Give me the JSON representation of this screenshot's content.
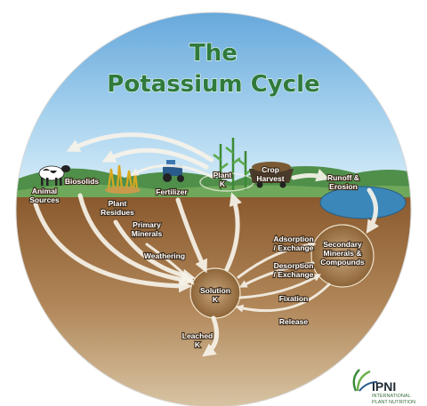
{
  "title": {
    "line1": "The",
    "line2": "Potassium Cycle"
  },
  "labels": {
    "animal_sources_1": "Animal",
    "animal_sources_2": "Sources",
    "biosolids": "Biosolids",
    "plant_residues_1": "Plant",
    "plant_residues_2": "Residues",
    "fertilizer": "Fertilizer",
    "plant_k_1": "Plant",
    "plant_k_2": "K",
    "crop_harvest_1": "Crop",
    "crop_harvest_2": "Harvest",
    "runoff_1": "Runoff &",
    "runoff_2": "Erosion",
    "primary_minerals_1": "Primary",
    "primary_minerals_2": "Minerals",
    "weathering": "Weathering",
    "adsorption_1": "Adsorption",
    "adsorption_2": "/ Exchange",
    "desorption_1": "Desorption",
    "desorption_2": "/ Exchange",
    "secondary_1": "Secondary",
    "secondary_2": "Minerals &",
    "secondary_3": "Compounds",
    "solution_1": "Solution",
    "solution_2": "K",
    "fixation": "Fixation",
    "release": "Release",
    "leached_1": "Leached",
    "leached_2": "K"
  },
  "logo": {
    "name": "IPNI",
    "subtitle_1": "INTERNATIONAL",
    "subtitle_2": "PLANT NUTRITION"
  },
  "colors": {
    "sky": "#8ec3e8",
    "soil": "#8a5a2e",
    "title_green": "#2f7a3c",
    "arrow": "#f7f3ea"
  }
}
